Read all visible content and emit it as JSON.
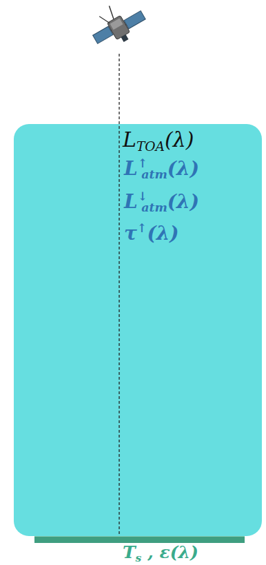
{
  "diagram": {
    "nodes": [
      {
        "text": [
          "LTOA(λ)",
          "L↑atm(λ)",
          "L↓atm(λ)",
          "τ↑(λ)"
        ]
      },
      {
        "text": [
          "Ts , ε(λ)"
        ]
      }
    ]
  }
}
